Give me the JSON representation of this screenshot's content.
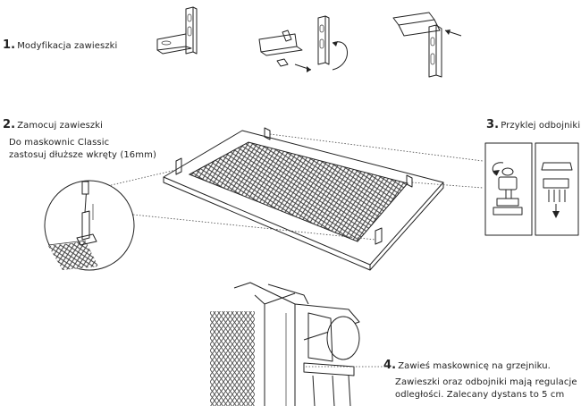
{
  "steps": {
    "s1": {
      "num": "1.",
      "text": "Modyfikacja zawieszki"
    },
    "s2": {
      "num": "2.",
      "text": "Zamocuj zawieszki",
      "note1": "Do maskownic Classic",
      "note2": "zastosuj dłuższe wkręty (16mm)"
    },
    "s3": {
      "num": "3.",
      "text": "Przyklej odbojniki"
    },
    "s4": {
      "num": "4.",
      "text": "Zawieś maskownicę na grzejniku.",
      "line2": "Zawieszki oraz odbojniki mają regulacje",
      "line3": "odległości. Zalecany dystans to 5 cm"
    }
  }
}
